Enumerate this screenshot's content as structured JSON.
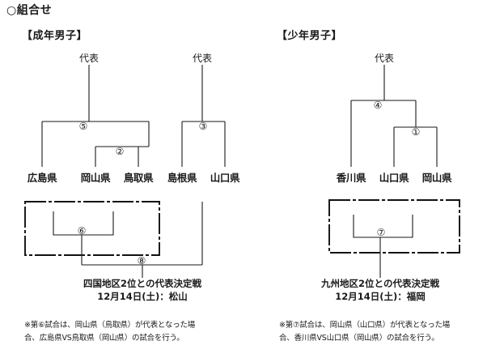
{
  "page": {
    "title": "○組合せ"
  },
  "sections": [
    {
      "id": "adult-men",
      "heading": "【成年男子】",
      "rep_labels": [
        "代表",
        "代表"
      ],
      "teams": [
        "広島県",
        "岡山県",
        "鳥取県",
        "島根県",
        "山口県"
      ],
      "match_numbers": [
        "⑤",
        "②",
        "③",
        "⑥",
        "⑧"
      ],
      "final_line1": "四国地区2位との代表決定戦",
      "final_line2": "12月14日(土)：松山",
      "note_line1": "※第⑥試合は、岡山県（鳥取県）が代表となった場",
      "note_line2": "合、広島県VS鳥取県（岡山県）の試合を行う。"
    },
    {
      "id": "youth-men",
      "heading": "【少年男子】",
      "rep_labels": [
        "代表"
      ],
      "teams": [
        "香川県",
        "山口県",
        "岡山県"
      ],
      "match_numbers": [
        "④",
        "①",
        "⑦"
      ],
      "final_line1": "九州地区2位との代表決定戦",
      "final_line2": "12月14日(土)：福岡",
      "note_line1": "※第⑦試合は、岡山県（山口県）が代表となった場",
      "note_line2": "合、香川県VS山口県（岡山県）の試合を行う。"
    }
  ],
  "colors": {
    "ink": "#1a1a1a",
    "background": "#ffffff"
  }
}
